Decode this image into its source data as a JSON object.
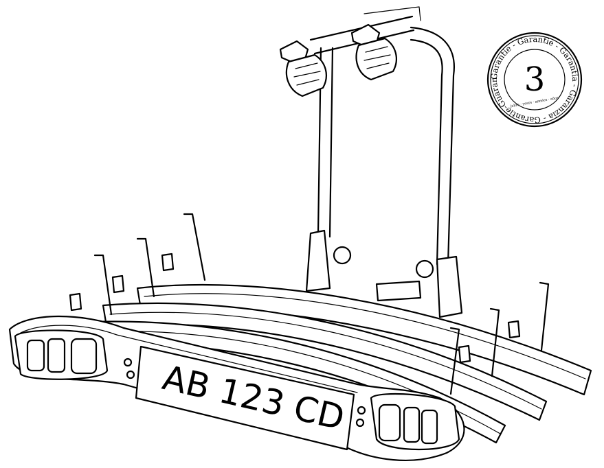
{
  "license_plate": {
    "text": "AB 123 CD"
  },
  "warranty_seal": {
    "number": "3",
    "ring_text": "Garantie - Garantie - Garantia - Garanzia - Garantie-Guarantee - ",
    "inner_text": "jahre · years · années · años"
  }
}
